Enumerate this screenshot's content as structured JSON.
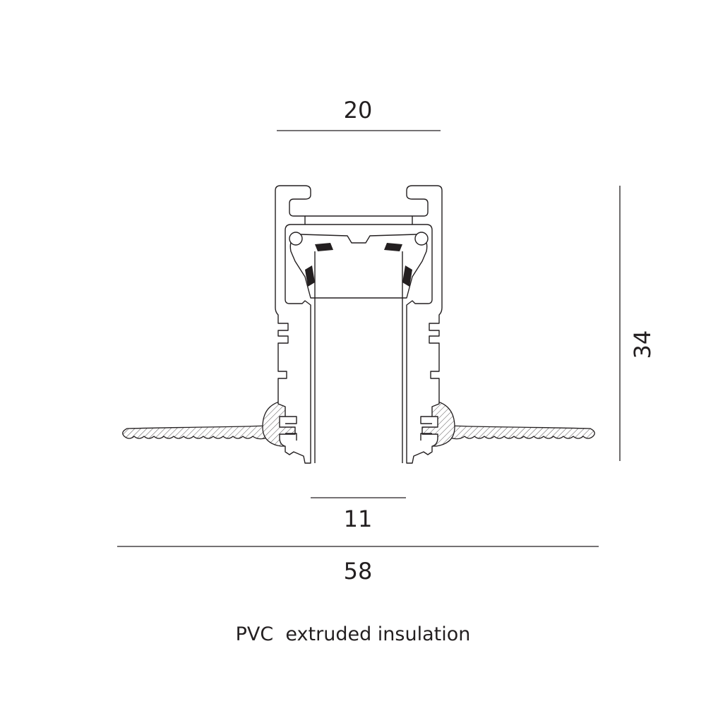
{
  "dimensions": {
    "top_width": "20",
    "height": "34",
    "slot_width": "11",
    "overall_width": "58"
  },
  "caption": "PVC  extruded insulation",
  "colors": {
    "ink": "#231f20",
    "background": "#ffffff"
  }
}
